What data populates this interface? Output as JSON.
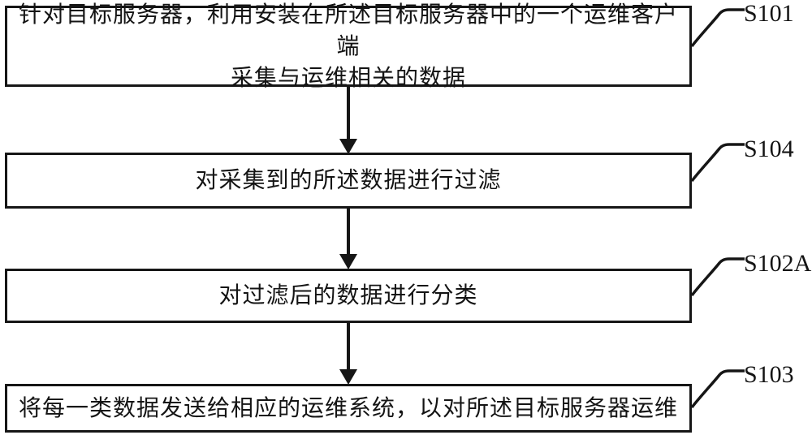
{
  "figure": {
    "type": "flowchart",
    "background_color": "#ffffff",
    "line_color": "#161616"
  },
  "flowchart": {
    "steps": [
      {
        "id": "S101",
        "lines": [
          "针对目标服务器，利用安装在所述目标服务器中的一个运维客户端",
          "采集与运维相关的数据"
        ]
      },
      {
        "id": "S104",
        "lines": [
          "对采集到的所述数据进行过滤"
        ]
      },
      {
        "id": "S102A",
        "lines": [
          "对过滤后的数据进行分类"
        ]
      },
      {
        "id": "S103",
        "lines": [
          "将每一类数据发送给相应的运维系统，以对所述目标服务器运维"
        ]
      }
    ]
  }
}
